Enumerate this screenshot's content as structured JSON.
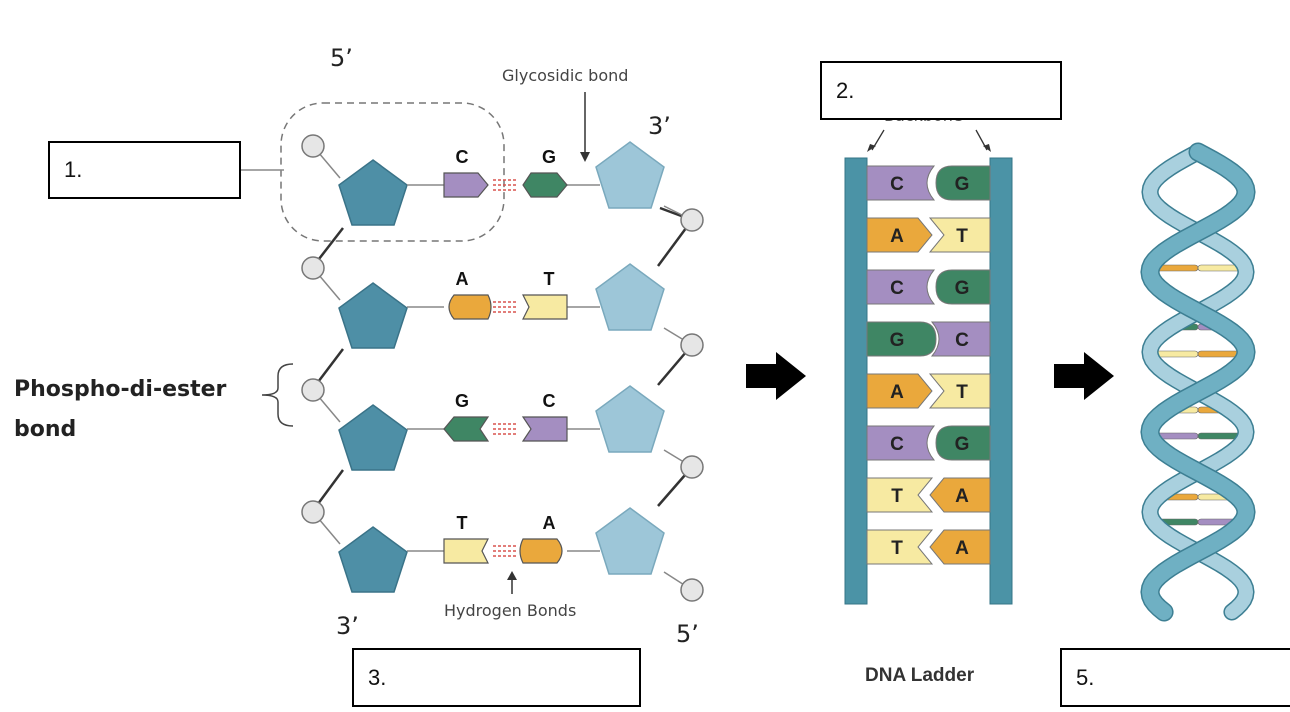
{
  "answer_boxes": {
    "box1": "1.",
    "box2": "2.",
    "box3": "3.",
    "box5": "5."
  },
  "end_labels": {
    "top_left": "5’",
    "top_right": "3’",
    "bottom_left": "3’",
    "bottom_right": "5’"
  },
  "annotations": {
    "glycosidic": "Glycosidic bond",
    "hydrogen": "Hydrogen Bonds",
    "phospho_line1": "Phospho-di-ester",
    "phospho_line2": "bond",
    "ladder_title": "DNA Ladder",
    "backbone_partial": "Backbone"
  },
  "base_pairs_structure": [
    {
      "left": "C",
      "right": "G"
    },
    {
      "left": "A",
      "right": "T"
    },
    {
      "left": "G",
      "right": "C"
    },
    {
      "left": "T",
      "right": "A"
    }
  ],
  "ladder_pairs": [
    {
      "left": "C",
      "right": "G"
    },
    {
      "left": "A",
      "right": "T"
    },
    {
      "left": "C",
      "right": "G"
    },
    {
      "left": "G",
      "right": "C"
    },
    {
      "left": "A",
      "right": "T"
    },
    {
      "left": "C",
      "right": "G"
    },
    {
      "left": "T",
      "right": "A"
    },
    {
      "left": "T",
      "right": "A"
    }
  ],
  "base_colors": {
    "C": "#a48ec1",
    "G": "#3f8664",
    "A": "#eaa83c",
    "T": "#f7eaa2"
  },
  "colors": {
    "sugar_left": "#4e8fa6",
    "sugar_right": "#9dc6d8",
    "phosphate": "#e6e6e6",
    "backbone_bar": "#4b93a6",
    "helix": "#6fb0c3",
    "hbond": "#d9534f"
  }
}
